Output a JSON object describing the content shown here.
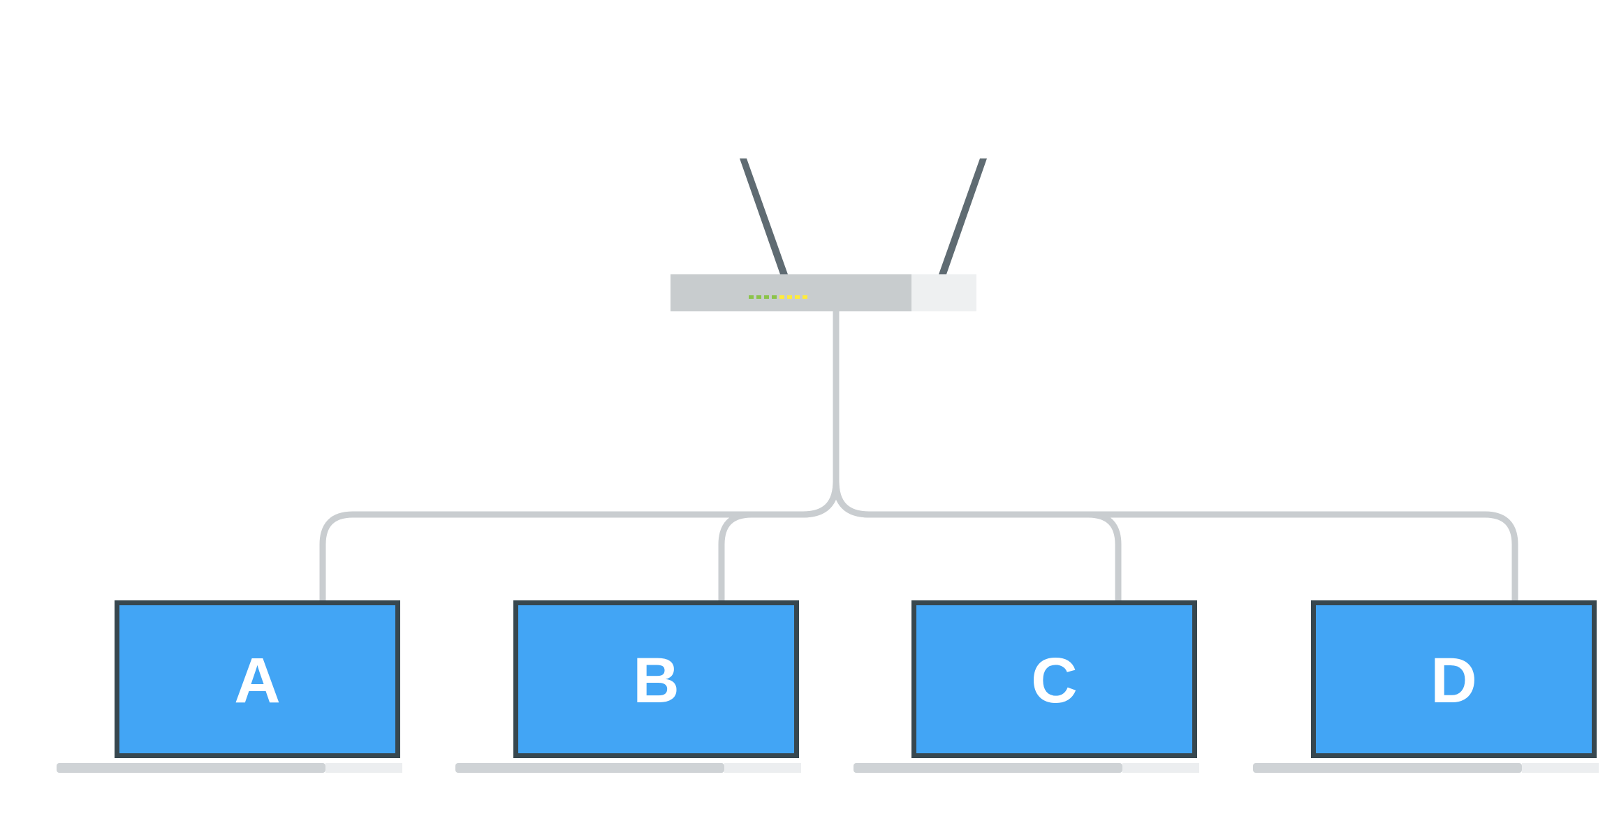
{
  "diagram": {
    "router": {
      "name": "router",
      "led_colors": [
        "#8bc34a",
        "#8bc34a",
        "#8bc34a",
        "#8bc34a",
        "#ffeb3b",
        "#ffeb3b",
        "#ffeb3b",
        "#ffeb3b"
      ]
    },
    "laptops": [
      {
        "label": "A"
      },
      {
        "label": "B"
      },
      {
        "label": "C"
      },
      {
        "label": "D"
      }
    ],
    "colors": {
      "background": "#ffffff",
      "screen": "#42a5f5",
      "bezel": "#37474f",
      "cable": "#c9cdd0",
      "router_body": "#c8ccce",
      "router_light": "#eef0f1",
      "antenna": "#5f6b72",
      "laptop_base": "#cfd3d6"
    }
  }
}
